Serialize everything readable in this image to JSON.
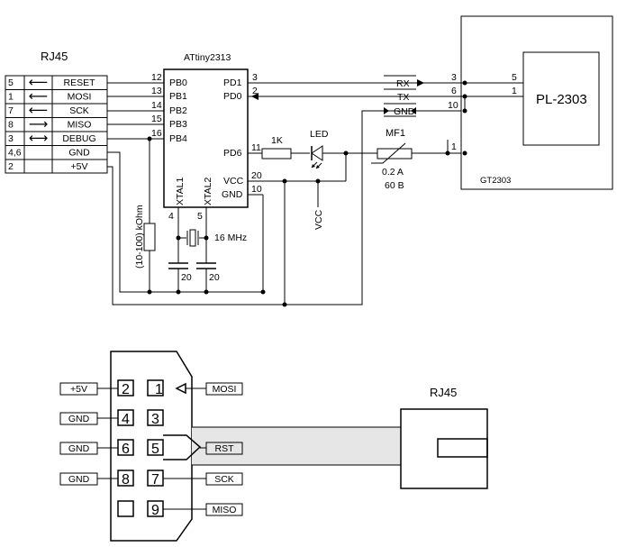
{
  "rj45_title": "RJ45",
  "rj45_table": [
    {
      "pin": "5",
      "arrow": "⟵",
      "signal": "RESET"
    },
    {
      "pin": "1",
      "arrow": "⟵",
      "signal": "MOSI"
    },
    {
      "pin": "7",
      "arrow": "⟵",
      "signal": "SCK"
    },
    {
      "pin": "8",
      "arrow": "⟶",
      "signal": "MISO"
    },
    {
      "pin": "3",
      "arrow": "⟷",
      "signal": "DEBUG"
    },
    {
      "pin": "4,6",
      "arrow": "",
      "signal": "GND"
    },
    {
      "pin": "2",
      "arrow": "",
      "signal": "+5V"
    }
  ],
  "mcu": {
    "name": "ATtiny2313",
    "left_pins": [
      {
        "num": "12",
        "name": "PB0"
      },
      {
        "num": "13",
        "name": "PB1"
      },
      {
        "num": "14",
        "name": "PB2"
      },
      {
        "num": "15",
        "name": "PB3"
      },
      {
        "num": "16",
        "name": "PB4"
      }
    ],
    "right_pins": [
      {
        "num": "3",
        "name": "PD1"
      },
      {
        "num": "2",
        "name": "PD0"
      },
      {
        "num": "11",
        "name": "PD6"
      },
      {
        "num": "20",
        "name": "VCC"
      },
      {
        "num": "10",
        "name": "GND"
      }
    ],
    "xtal1": "XTAL1",
    "xtal2": "XTAL2",
    "xtal1_pin": "4",
    "xtal2_pin": "5"
  },
  "resistor_label": "(10-100) kOhm",
  "crystal_label": "16 MHz",
  "cap1_label": "20",
  "cap2_label": "20",
  "r1k_label": "1K",
  "led_label": "LED",
  "vcc_label": "VCC",
  "fuse": {
    "name": "MF1",
    "current": "0.2 A",
    "voltage": "60 B"
  },
  "signals": {
    "rx": "RX",
    "tx": "TX",
    "gnd": "GND"
  },
  "module": {
    "name": "GT2303",
    "chip": "PL-2303",
    "pins_left": [
      "3",
      "6",
      "10",
      "1"
    ],
    "pins_chip": [
      "5",
      "1"
    ]
  },
  "connector": {
    "pins": [
      "1",
      "2",
      "3",
      "4",
      "5",
      "6",
      "7",
      "8",
      "9"
    ],
    "labels": {
      "mosi": "MOSI",
      "plus5v": "+5V",
      "gnd4": "GND",
      "gnd6": "GND",
      "rst": "RST",
      "gnd8": "GND",
      "sck": "SCK",
      "miso": "MISO"
    }
  },
  "rj45_bottom_title": "RJ45"
}
